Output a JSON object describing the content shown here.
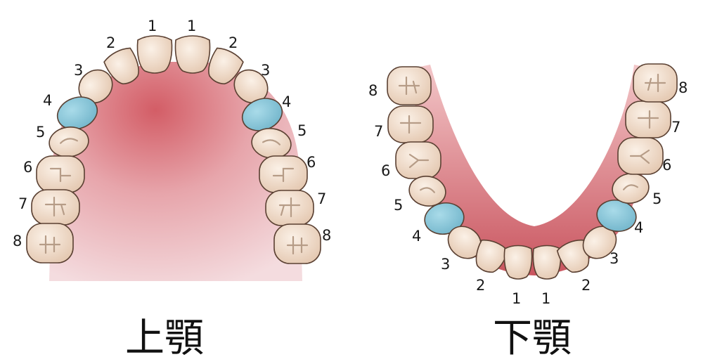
{
  "upper": {
    "title": "上顎",
    "left_labels": [
      "1",
      "2",
      "3",
      "4",
      "5",
      "6",
      "7",
      "8"
    ],
    "right_labels": [
      "1",
      "2",
      "3",
      "4",
      "5",
      "6",
      "7",
      "8"
    ]
  },
  "lower": {
    "title": "下顎",
    "left_labels": [
      "1",
      "2",
      "3",
      "4",
      "5",
      "6",
      "7",
      "8"
    ],
    "right_labels": [
      "1",
      "2",
      "3",
      "4",
      "5",
      "6",
      "7",
      "8"
    ]
  },
  "colors": {
    "tooth": "#f1dfce",
    "highlight": "#8fcbdc",
    "gum": "#e8a8ac",
    "gum_dark": "#c8555f",
    "outline": "#5a4032"
  }
}
